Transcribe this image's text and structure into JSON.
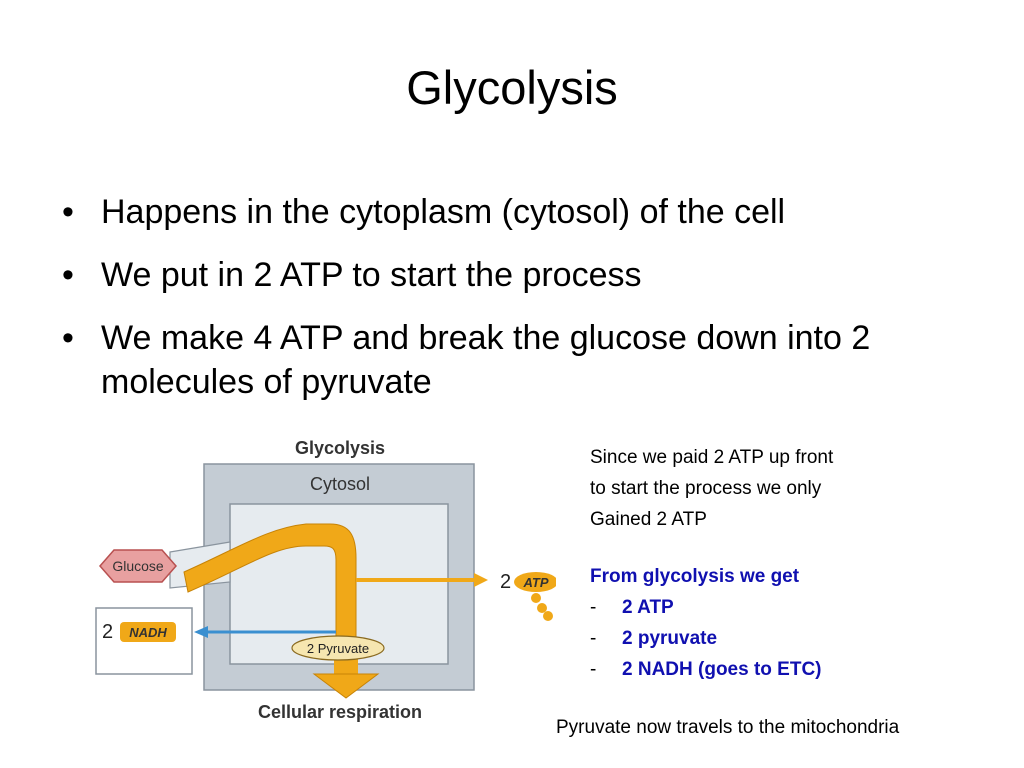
{
  "slide": {
    "title": "Glycolysis",
    "bullets": [
      "Happens in the cytoplasm (cytosol) of the cell",
      "We put in 2 ATP to start the process",
      "We make 4 ATP and break the glucose down into 2 molecules of pyruvate"
    ],
    "side_note": {
      "lines": [
        "Since we paid 2 ATP up front",
        "to start the process we only",
        "Gained 2 ATP"
      ],
      "heading": "From glycolysis we get",
      "items": [
        "2 ATP",
        "2 pyruvate",
        "2 NADH (goes to ETC)"
      ]
    },
    "footer": "Pyruvate now travels to the mitochondria"
  },
  "diagram": {
    "title": "Glycolysis",
    "cytosol": "Cytosol",
    "glucose": "Glucose",
    "atp_count": "2",
    "atp": "ATP",
    "nadh_count": "2",
    "nadh": "NADH",
    "pyruvate": "2 Pyruvate",
    "cellular_respiration": "Cellular respiration",
    "colors": {
      "outer_box": "#c4ccd4",
      "inner_box": "#e6ebef",
      "arrow": "#f0a818",
      "glucose": "#e8a0a0",
      "nadh_arrow": "#3a8fd0",
      "heading": "#1010b0"
    }
  }
}
